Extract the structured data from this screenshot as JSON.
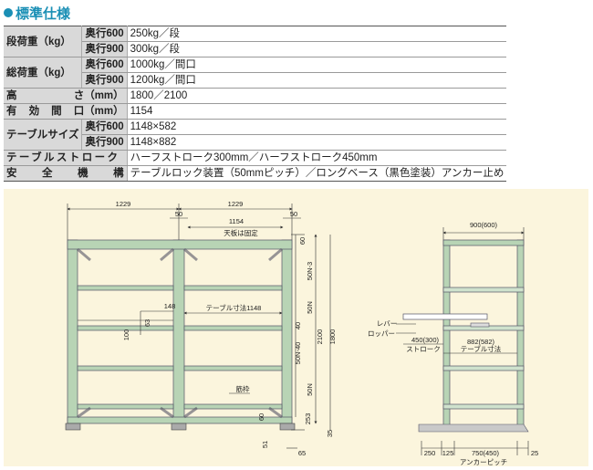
{
  "title": "標準仕様",
  "spec": {
    "shelf_load": {
      "label": "段荷重（kg）",
      "rows": [
        {
          "depth": "奥行600",
          "value": "250kg／段"
        },
        {
          "depth": "奥行900",
          "value": "300kg／段"
        }
      ]
    },
    "total_load": {
      "label": "総荷重（kg）",
      "rows": [
        {
          "depth": "奥行600",
          "value": "1000kg／間口"
        },
        {
          "depth": "奥行900",
          "value": "1200kg／間口"
        }
      ]
    },
    "height": {
      "label_a": "高",
      "label_b": "さ（mm）",
      "value": "1800／2100"
    },
    "width": {
      "label_a": "有",
      "label_b": "効",
      "label_c": "間",
      "label_d": "口（mm）",
      "value": "1154"
    },
    "table_size": {
      "label": "テーブルサイズ",
      "rows": [
        {
          "depth": "奥行600",
          "value": "1148×582"
        },
        {
          "depth": "奥行900",
          "value": "1148×882"
        }
      ]
    },
    "stroke": {
      "label": "テーブルストローク",
      "value": "ハーフストローク300mm／ハーフストローク450mm"
    },
    "safety": {
      "label_a": "安",
      "label_b": "全",
      "label_c": "機",
      "label_d": "構",
      "value": "テーブルロック装置（50mmピッチ）／ロングベース（黒色塗装）アンカー止め"
    }
  },
  "front_view": {
    "dim_top_left": "1229",
    "dim_top_right": "1229",
    "dim_50_left": "50",
    "dim_1154": "1154",
    "dim_50_right": "50",
    "note_top": "天板は固定",
    "dim_148": "148",
    "note_table": "テーブル寸法1148",
    "dim_63": "63",
    "dim_100": "100",
    "dim_60": "60",
    "dim_50n3": "50N-3",
    "dim_50n": "50N",
    "dim_40": "40",
    "dim_50n40": "50N-40",
    "dim_50n_b": "50N",
    "dim_2100": "2100",
    "dim_1800": "1800",
    "dim_253": "253",
    "dim_35": "35",
    "note_brace": "筋枠",
    "dim_60_b": "60",
    "dim_51": "51",
    "dim_65": "65"
  },
  "side_view": {
    "dim_depth": "900(600)",
    "lever": "レバー",
    "roller": "ロッパー",
    "stroke_val": "450(300)",
    "stroke_lbl": "ストローク",
    "table_val": "882(582)",
    "table_lbl": "テーブル寸法",
    "dim_250": "250",
    "dim_125": "125",
    "dim_750": "750(450)",
    "dim_25": "25",
    "anchor": "アンカーピッチ"
  }
}
